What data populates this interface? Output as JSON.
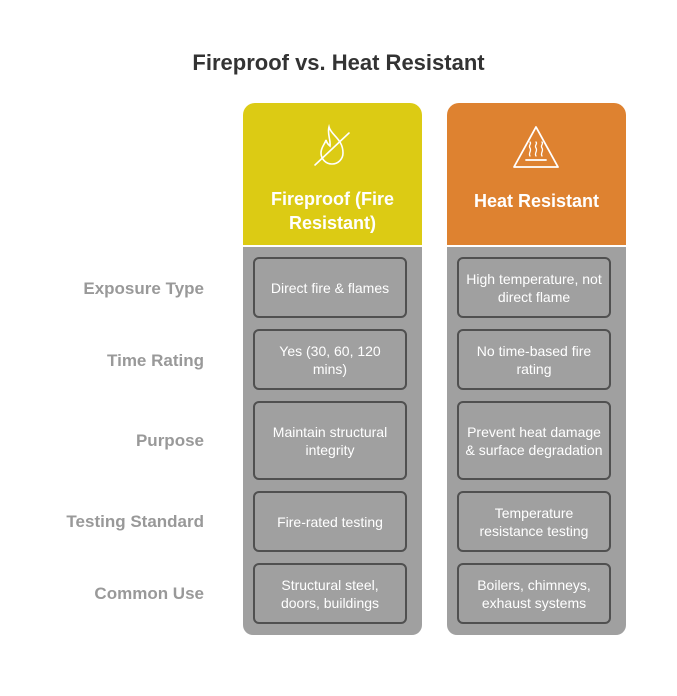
{
  "title": "Fireproof vs. Heat Resistant",
  "rows": [
    "Exposure Type",
    "Time Rating",
    "Purpose",
    "Testing Standard",
    "Common Use"
  ],
  "columns": [
    {
      "header": "Fireproof (Fire Resistant)",
      "icon": "no-fire-icon",
      "color": "#DCCB14",
      "cells": [
        "Direct fire & flames",
        "Yes (30, 60, 120 mins)",
        "Maintain structural integrity",
        "Fire-rated testing",
        "Structural steel, doors, buildings"
      ]
    },
    {
      "header": "Heat Resistant",
      "icon": "heat-warning-icon",
      "color": "#DE8230",
      "cells": [
        "High temperature, not direct flame",
        "No time-based fire rating",
        "Prevent heat damage & surface degradation",
        "Temperature resistance testing",
        "Boilers, chimneys, exhaust systems"
      ]
    }
  ]
}
